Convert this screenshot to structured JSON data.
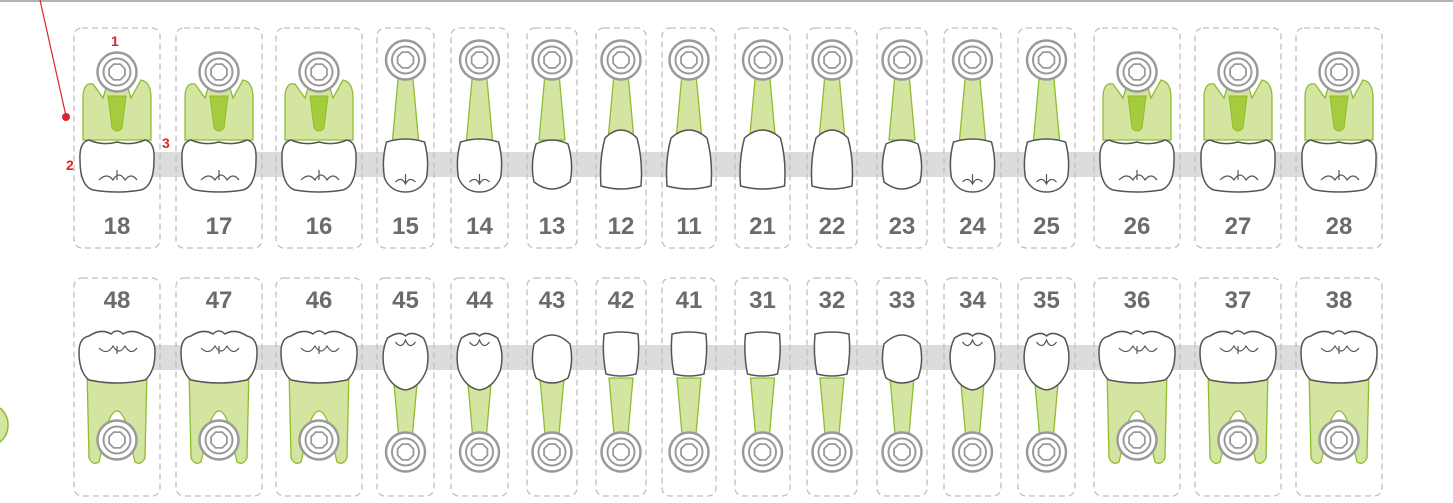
{
  "upper_teeth": [
    {
      "number": "18",
      "type": "molar"
    },
    {
      "number": "17",
      "type": "molar"
    },
    {
      "number": "16",
      "type": "molar"
    },
    {
      "number": "15",
      "type": "premolar"
    },
    {
      "number": "14",
      "type": "premolar"
    },
    {
      "number": "13",
      "type": "canine"
    },
    {
      "number": "12",
      "type": "incisor"
    },
    {
      "number": "11",
      "type": "incisor-wide"
    },
    {
      "number": "21",
      "type": "incisor-wide"
    },
    {
      "number": "22",
      "type": "incisor"
    },
    {
      "number": "23",
      "type": "canine"
    },
    {
      "number": "24",
      "type": "premolar"
    },
    {
      "number": "25",
      "type": "premolar"
    },
    {
      "number": "26",
      "type": "molar"
    },
    {
      "number": "27",
      "type": "molar"
    },
    {
      "number": "28",
      "type": "molar"
    }
  ],
  "lower_teeth": [
    {
      "number": "48",
      "type": "molar"
    },
    {
      "number": "47",
      "type": "molar"
    },
    {
      "number": "46",
      "type": "molar"
    },
    {
      "number": "45",
      "type": "premolar"
    },
    {
      "number": "44",
      "type": "premolar"
    },
    {
      "number": "43",
      "type": "canine"
    },
    {
      "number": "42",
      "type": "incisor"
    },
    {
      "number": "41",
      "type": "incisor"
    },
    {
      "number": "31",
      "type": "incisor"
    },
    {
      "number": "32",
      "type": "incisor"
    },
    {
      "number": "33",
      "type": "canine"
    },
    {
      "number": "34",
      "type": "premolar"
    },
    {
      "number": "35",
      "type": "premolar"
    },
    {
      "number": "36",
      "type": "molar"
    },
    {
      "number": "37",
      "type": "molar"
    },
    {
      "number": "38",
      "type": "molar"
    }
  ],
  "annotations": {
    "one": "1",
    "two": "2",
    "three": "3"
  },
  "colors": {
    "root_fill": "#d3e5a0",
    "root_stroke": "#8ebd2e",
    "canal_fill": "#a6cc3e",
    "implant_ring": "#9a9a9a",
    "bar": "#dcdcdc",
    "slot_border": "#bfbfbf",
    "number_text": "#6b6b6b",
    "annotation": "#d9262c"
  }
}
